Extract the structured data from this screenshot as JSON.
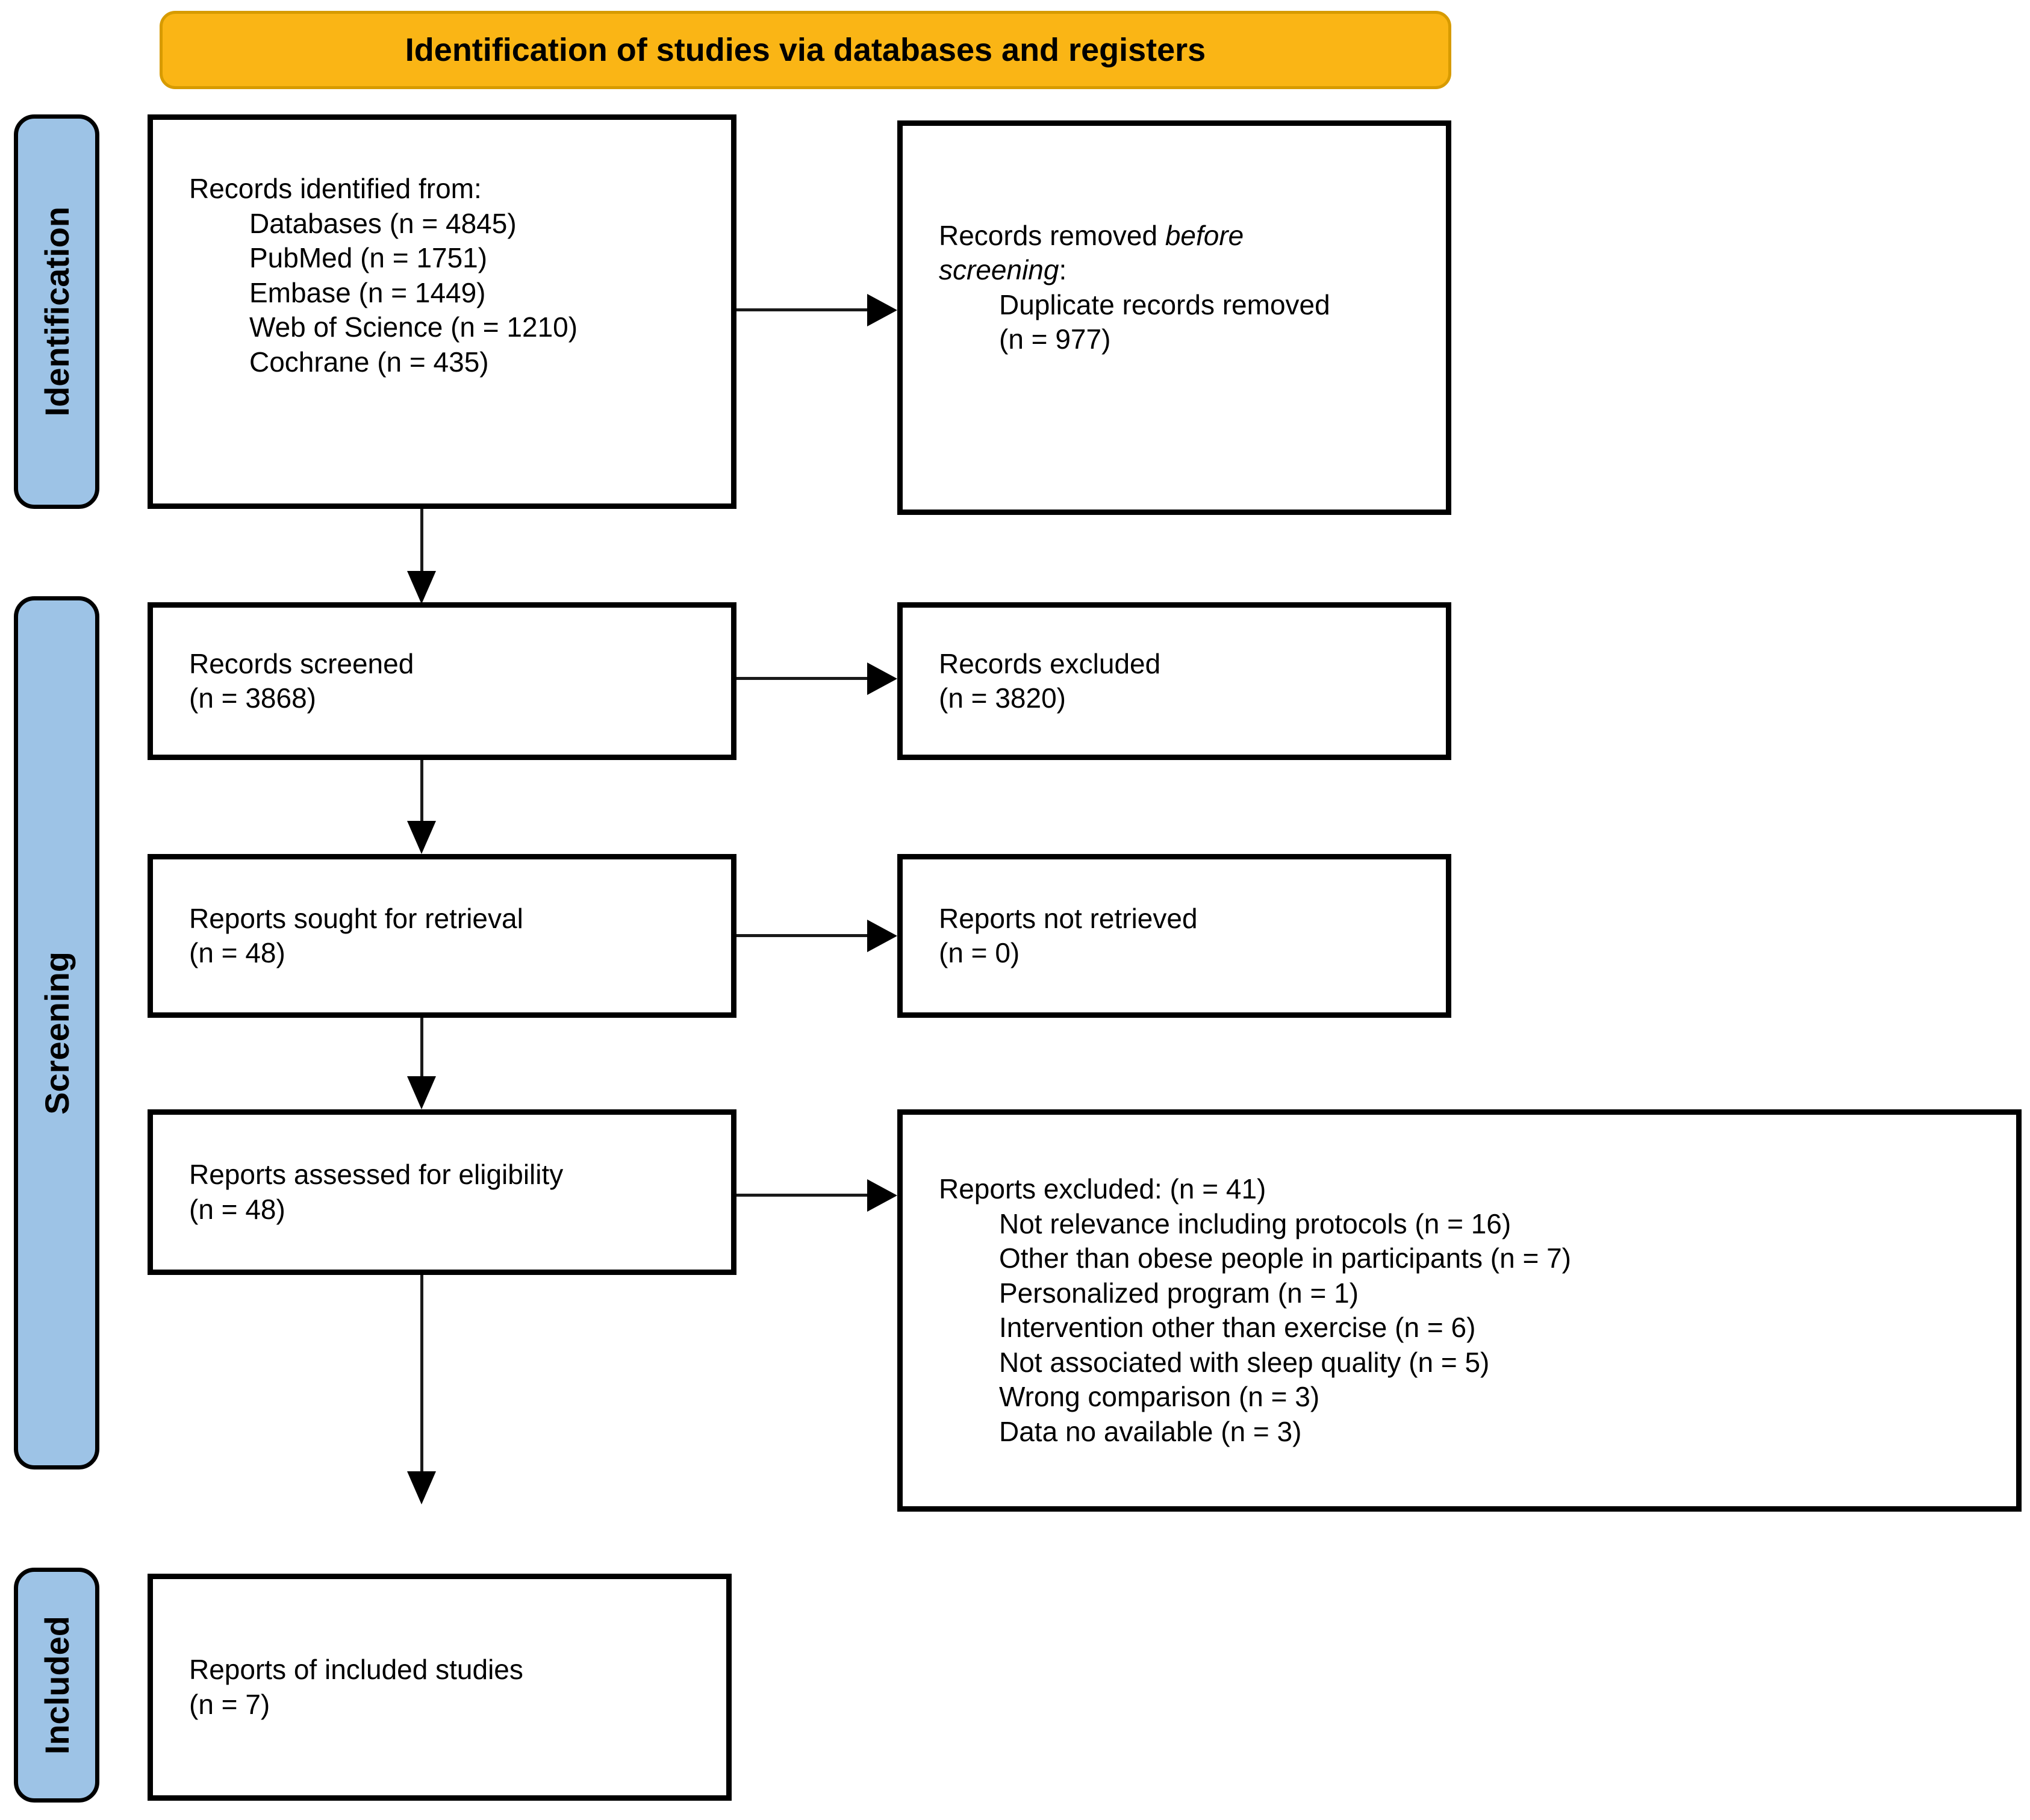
{
  "banner": {
    "title": "Identification of studies via databases and registers"
  },
  "sidebar": {
    "identification": "Identification",
    "screening": "Screening",
    "included": "Included"
  },
  "colors": {
    "banner_bg": "#FAB515",
    "banner_border": "#D79B00",
    "sidebar_bg": "#9DC3E6",
    "box_border": "#000000"
  },
  "boxes": {
    "identified": {
      "heading": "Records identified from:",
      "items": [
        "Databases (n = 4845)",
        "PubMed (n = 1751)",
        "Embase (n = 1449)",
        "Web of Science (n = 1210)",
        "Cochrane (n = 435)"
      ]
    },
    "removed": {
      "line1_normal": "Records removed ",
      "line1_italic": "before",
      "line2_italic": "screening",
      "line2_normal": ":",
      "item_line1": "Duplicate records removed",
      "item_line2": "(n = 977)"
    },
    "screened": {
      "line1": "Records screened",
      "line2": "(n = 3868)"
    },
    "records_excluded": {
      "line1": "Records excluded",
      "line2": "(n = 3820)"
    },
    "sought": {
      "line1": "Reports sought for retrieval",
      "line2": "(n = 48)"
    },
    "not_retrieved": {
      "line1": "Reports not retrieved",
      "line2": "(n = 0)"
    },
    "assessed": {
      "line1": "Reports assessed for eligibility",
      "line2": "(n = 48)"
    },
    "reports_excluded": {
      "heading": "Reports excluded: (n = 41)",
      "items": [
        "Not relevance including protocols (n = 16)",
        "Other than obese people in participants (n = 7)",
        "Personalized program (n = 1)",
        "Intervention other than exercise (n = 6)",
        "Not associated with sleep quality (n = 5)",
        "Wrong comparison (n = 3)",
        "Data no available (n = 3)"
      ]
    },
    "included_studies": {
      "line1": "Reports of included studies",
      "line2": "(n = 7)"
    }
  }
}
